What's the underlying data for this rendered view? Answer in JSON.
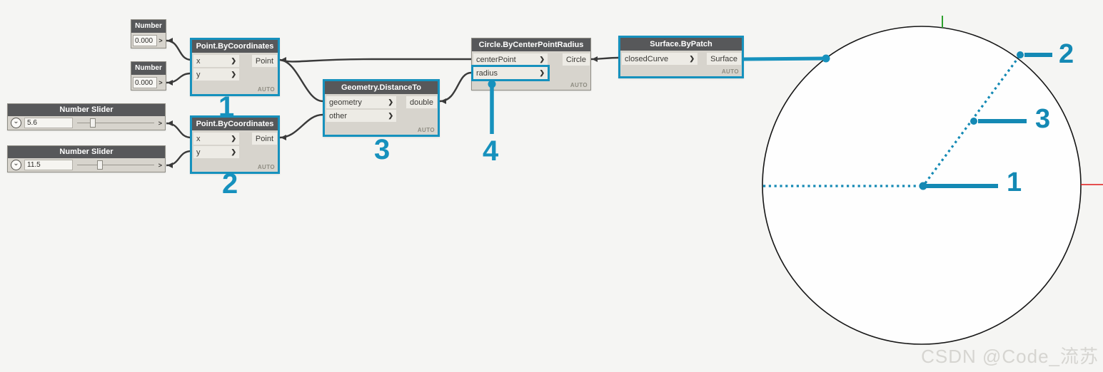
{
  "colors": {
    "teal": "#1691bd",
    "wire": "#3a3a3a",
    "axis_red": "#e01818",
    "axis_green": "#2da02d",
    "header": "#57585a",
    "node_body": "#d7d4cd",
    "port_row": "#edebe5"
  },
  "icons": {
    "chevron_right": "❯",
    "chevron_down": "⌄",
    "port_out": ">"
  },
  "nodes": {
    "number1": {
      "title": "Number",
      "value": "0.000",
      "lacing": ""
    },
    "number2": {
      "title": "Number",
      "value": "0.000",
      "lacing": ""
    },
    "slider1": {
      "title": "Number Slider",
      "value": "5.6"
    },
    "slider2": {
      "title": "Number Slider",
      "value": "11.5"
    },
    "point1": {
      "title": "Point.ByCoordinates",
      "inputs": [
        "x",
        "y"
      ],
      "output": "Point",
      "lacing": "AUTO"
    },
    "point2": {
      "title": "Point.ByCoordinates",
      "inputs": [
        "x",
        "y"
      ],
      "output": "Point",
      "lacing": "AUTO"
    },
    "distance": {
      "title": "Geometry.DistanceTo",
      "inputs": [
        "geometry",
        "other"
      ],
      "output": "double",
      "lacing": "AUTO"
    },
    "circle": {
      "title": "Circle.ByCenterPointRadius",
      "inputs": [
        "centerPoint",
        "radius"
      ],
      "output": "Circle",
      "lacing": "AUTO"
    },
    "surface": {
      "title": "Surface.ByPatch",
      "inputs": [
        "closedCurve"
      ],
      "output": "Surface",
      "lacing": "AUTO"
    }
  },
  "callouts": {
    "c1": "1",
    "c2": "2",
    "c3": "3",
    "c4": "4"
  },
  "preview_labels": {
    "p1": "1",
    "p2": "2",
    "p3": "3"
  },
  "watermark": "CSDN @Code_流苏"
}
